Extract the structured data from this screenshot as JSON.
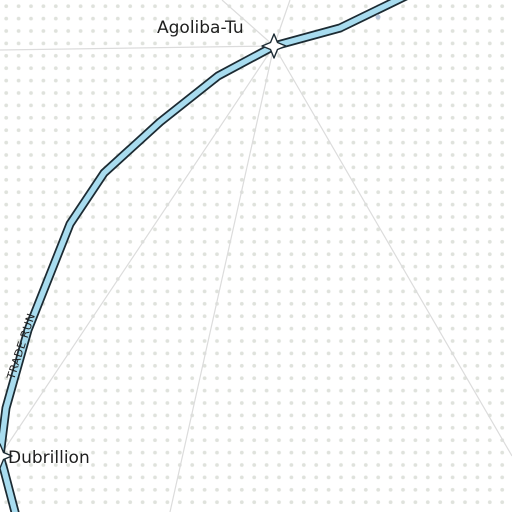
{
  "map": {
    "background_color": "#ffffff",
    "dot_color": "#dfe2dc",
    "grid_line_color": "#dcdcdc",
    "route": {
      "label": "TRADE RUN",
      "fill_color": "#a8dcef",
      "outline_color": "#1c2b33"
    },
    "places": [
      {
        "name": "Agoliba-Tu",
        "marker": "star-marker-icon"
      },
      {
        "name": "Dubrillion",
        "marker": "star-marker-icon"
      }
    ]
  }
}
